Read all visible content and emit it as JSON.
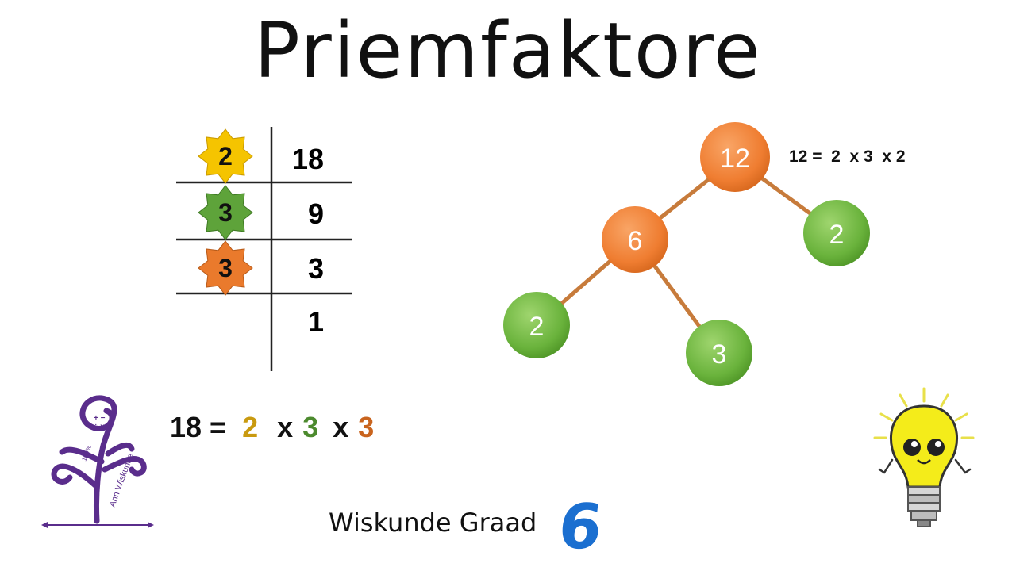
{
  "title": "Priemfaktore",
  "ladder": {
    "rows": [
      {
        "factor": "2",
        "factor_color": "#f5c400",
        "number": "18"
      },
      {
        "factor": "3",
        "factor_color": "#5ea33a",
        "number": "9"
      },
      {
        "factor": "3",
        "factor_color": "#ea7a2c",
        "number": "3"
      },
      {
        "factor": "",
        "factor_color": "",
        "number": "1"
      }
    ]
  },
  "equation_18": {
    "lhs": "18 =",
    "f1": "2",
    "f1_color": "#c99a10",
    "x1": "x",
    "f2": "3",
    "f2_color": "#4c8a2e",
    "x2": "x",
    "f3": "3",
    "f3_color": "#c9641e"
  },
  "tree": {
    "root": "12",
    "left": "6",
    "right": "2",
    "left_left": "2",
    "left_right": "3",
    "composite_color": "#ef7d31",
    "prime_color": "#6ab33c"
  },
  "equation_12": "12 =  2  x 3  x 2",
  "footer": {
    "label": "Wiskunde Graad",
    "grade": "6"
  },
  "logo": {
    "text": "Ann Wiskunde",
    "percent": "100%",
    "symbols": "+ −\n÷ x"
  }
}
